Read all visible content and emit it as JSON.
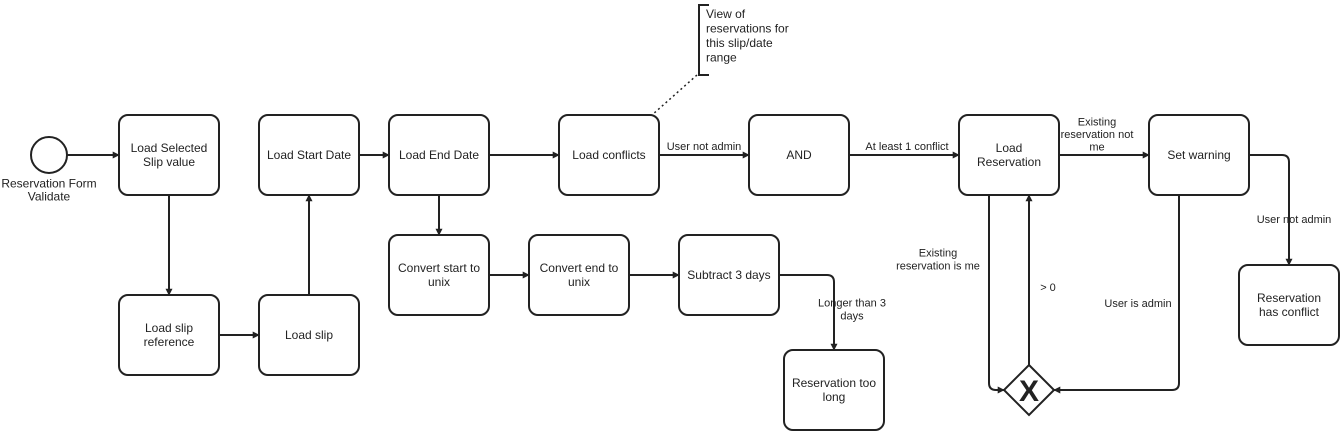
{
  "start": {
    "label": [
      "Reservation Form",
      "Validate"
    ]
  },
  "nodes": {
    "load_selected_slip": [
      "Load Selected",
      "Slip value"
    ],
    "load_slip_reference": [
      "Load slip",
      "reference"
    ],
    "load_slip": [
      "Load slip"
    ],
    "load_start_date": [
      "Load Start Date"
    ],
    "load_end_date": [
      "Load End Date"
    ],
    "convert_start": [
      "Convert start to",
      "unix"
    ],
    "convert_end": [
      "Convert end to",
      "unix"
    ],
    "subtract_days": [
      "Subtract 3 days"
    ],
    "reservation_too_long": [
      "Reservation too",
      "long"
    ],
    "load_conflicts": [
      "Load conflicts"
    ],
    "and": [
      "AND"
    ],
    "load_reservation": [
      "Load",
      "Reservation"
    ],
    "set_warning": [
      "Set warning"
    ],
    "reservation_has_conflict": [
      "Reservation",
      "has conflict"
    ]
  },
  "gateway": {
    "symbol": "X"
  },
  "note": [
    "View of",
    "reservations for",
    "this slip/date",
    "range"
  ],
  "edge_labels": {
    "user_not_admin_1": [
      "User not admin"
    ],
    "at_least_one_conflict": [
      "At least 1 conflict"
    ],
    "existing_not_me": [
      "Existing",
      "reservation not",
      "me"
    ],
    "user_not_admin_2": [
      "User not admin"
    ],
    "existing_is_me": [
      "Existing",
      "reservation is me"
    ],
    "greater_than_zero": [
      "> 0"
    ],
    "user_is_admin": [
      "User is admin"
    ],
    "longer_than_3_days": [
      "Longer than 3",
      "days"
    ]
  },
  "colors": {
    "stroke": "#222222",
    "fill": "#ffffff"
  }
}
